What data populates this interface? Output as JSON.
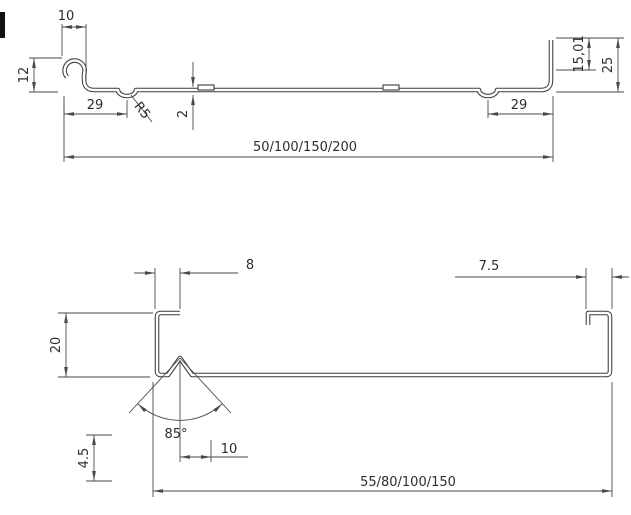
{
  "drawing": {
    "background": "#ffffff",
    "profile_line_color": "#3b3b3b",
    "dimension_line_color": "#4a4a4a",
    "text_color": "#2d2d2d"
  },
  "top_view": {
    "description": "panel-profile-cross-section",
    "dims": {
      "lip_width": "10",
      "hook_height": "12",
      "left_offset": "29",
      "radius": "R5",
      "thickness": "2",
      "overall": "50/100/150/200",
      "right_offset": "29",
      "flange_upper": "15,01",
      "flange_height": "25"
    }
  },
  "bottom_view": {
    "description": "channel-profile-cross-section",
    "dims": {
      "lip_width": "8",
      "right_lip": "7.5",
      "wall_height": "20",
      "rib_angle": "85°",
      "rib_offset": "10",
      "rib_depth": "4.5",
      "overall": "55/80/100/150"
    }
  }
}
